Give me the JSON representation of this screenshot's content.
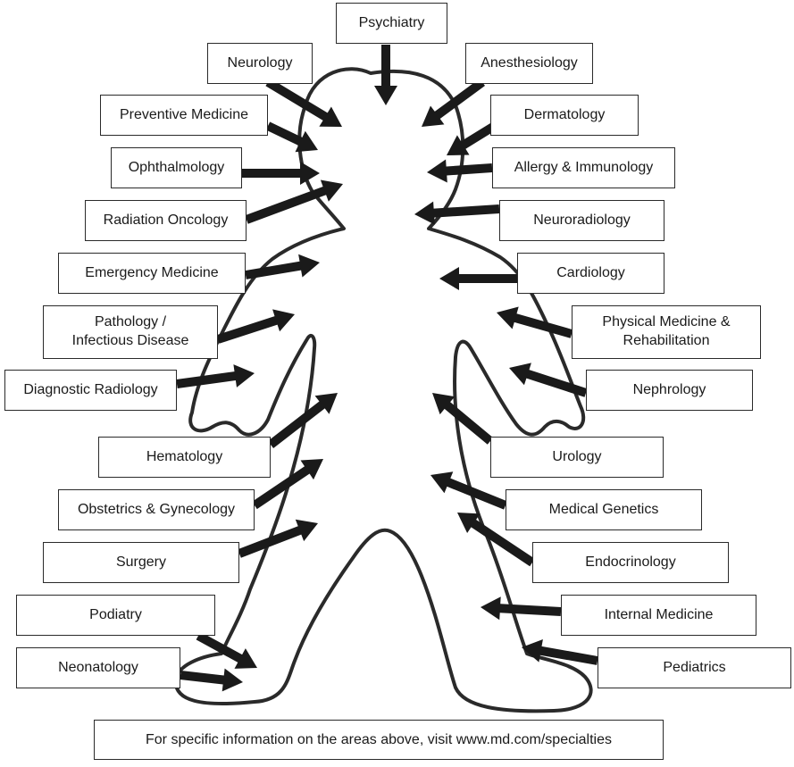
{
  "colors": {
    "outline": "#2a2a2a",
    "arrow": "#1a1a1a",
    "box_fill": "#ffffff"
  },
  "labels": {
    "psychiatry": "Psychiatry",
    "neurology": "Neurology",
    "anesthesiology": "Anesthesiology",
    "preventive_medicine": "Preventive Medicine",
    "dermatology": "Dermatology",
    "ophthalmology": "Ophthalmology",
    "allergy_immunology": "Allergy & Immunology",
    "radiation_oncology": "Radiation Oncology",
    "neuroradiology": "Neuroradiology",
    "emergency_medicine": "Emergency Medicine",
    "cardiology": "Cardiology",
    "pathology_infectious": "Pathology /\nInfectious Disease",
    "physical_medicine": "Physical Medicine &\nRehabilitation",
    "diagnostic_radiology": "Diagnostic Radiology",
    "nephrology": "Nephrology",
    "hematology": "Hematology",
    "urology": "Urology",
    "obstetrics_gynecology": "Obstetrics & Gynecology",
    "medical_genetics": "Medical Genetics",
    "surgery": "Surgery",
    "endocrinology": "Endocrinology",
    "podiatry": "Podiatry",
    "internal_medicine": "Internal Medicine",
    "neonatology": "Neonatology",
    "pediatrics": "Pediatrics"
  },
  "footer": {
    "text": "For specific information on the areas above, visit www.md.com/specialties"
  }
}
